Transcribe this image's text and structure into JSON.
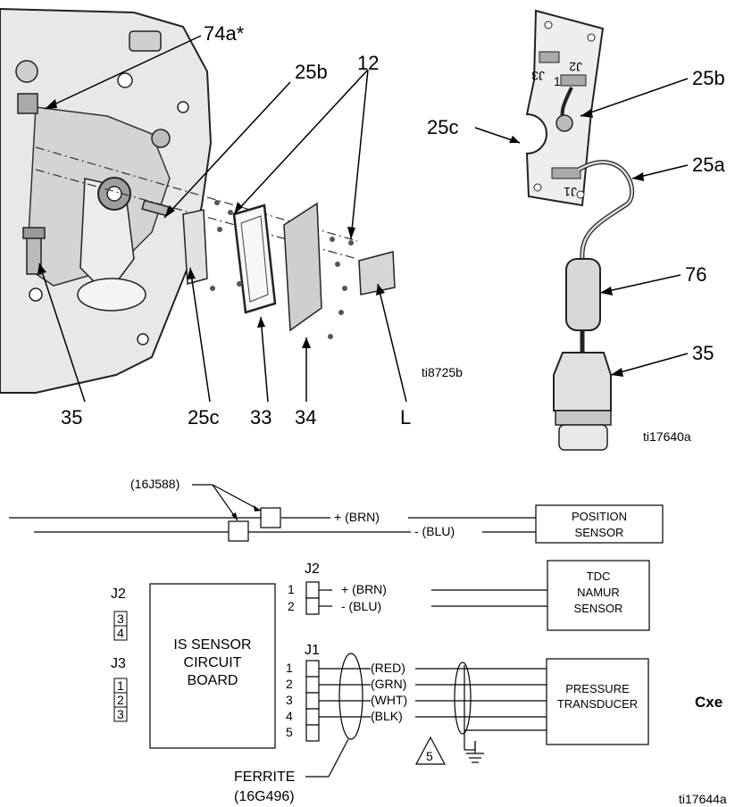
{
  "pump_view": {
    "callouts": [
      "74a*",
      "25b",
      "12",
      "35",
      "25c",
      "33",
      "34",
      "L"
    ],
    "figure_id": "ti8725b"
  },
  "sensor_view": {
    "callouts": [
      "25b",
      "25c",
      "25a",
      "76",
      "35"
    ],
    "board_marks": [
      "J3",
      "J2",
      "J1",
      "1"
    ],
    "figure_id": "ti17640a"
  },
  "schematic": {
    "part_16j588": "(16J588)",
    "brn": "+ (BRN)",
    "blu": "- (BLU)",
    "position_sensor": [
      "POSITION",
      "SENSOR"
    ],
    "j2_header": "J2",
    "j2_pins": [
      "1",
      "2"
    ],
    "tdc_sensor": [
      "TDC",
      "NAMUR",
      "SENSOR"
    ],
    "left_j2": "J2",
    "left_j2_pins": [
      "3",
      "4"
    ],
    "left_j3": "J3",
    "left_j3_pins": [
      "1",
      "2",
      "3"
    ],
    "board": [
      "IS SENSOR",
      "CIRCUIT",
      "BOARD"
    ],
    "j1_header": "J1",
    "j1_pins": [
      "1",
      "2",
      "3",
      "4",
      "5"
    ],
    "j1_wires": [
      "(RED)",
      "(GRN)",
      "(WHT)",
      "(BLK)"
    ],
    "pressure_transducer": [
      "PRESSURE",
      "TRANSDUCER"
    ],
    "ferrite": [
      "FERRITE",
      "(16G496)"
    ],
    "note_number": "5",
    "side_text": "Cxe",
    "figure_id": "ti17644a"
  }
}
